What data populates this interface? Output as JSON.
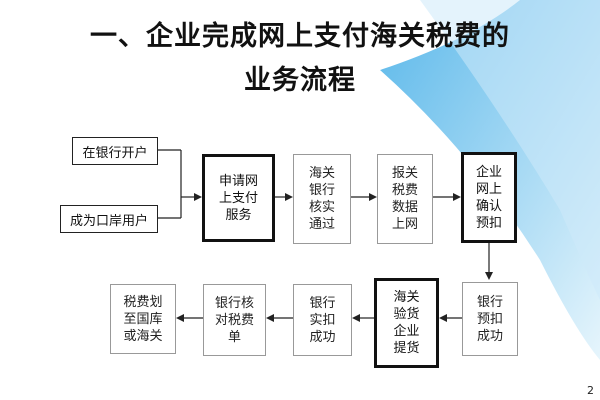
{
  "slide": {
    "title_line1": "一、企业完成网上支付海关税费的",
    "title_line2": "业务流程",
    "page_number": "2"
  },
  "flow": {
    "bank_account": "在银行开户",
    "port_user": "成为口岸用户",
    "apply": "申请网上支付服务",
    "customs_verify": "海关银行核实通过",
    "declare": "报关税费数据上网",
    "enterprise_confirm": "企业网上确认预扣",
    "bank_prededuct": "银行预扣成功",
    "customs_release": "海关验货企业提货",
    "bank_deduct": "银行实扣成功",
    "bank_check": "银行核对税费单",
    "transfer": "税费划至国库或海关"
  },
  "colors": {
    "background_wave": "#7fc8ef",
    "background_wave_light": "#cdeaf9"
  }
}
